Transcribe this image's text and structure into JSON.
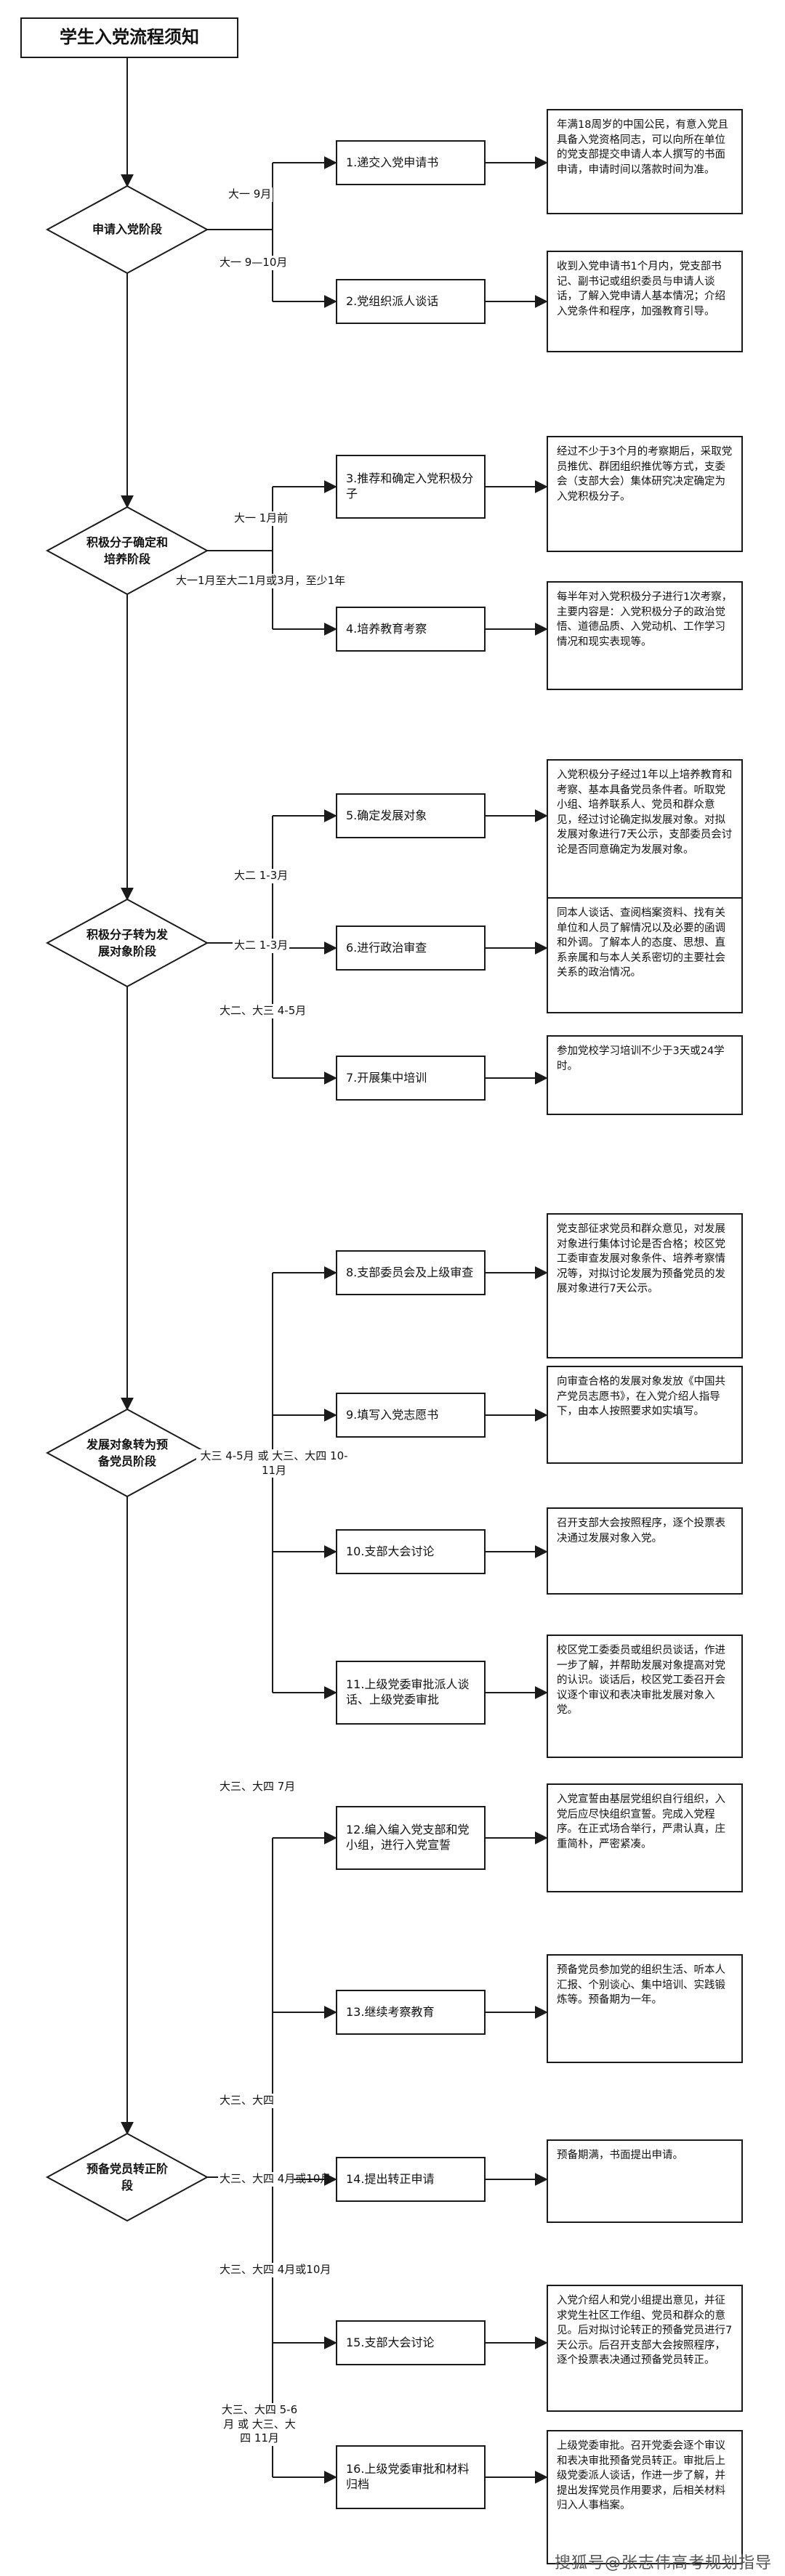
{
  "title": "学生入党流程须知",
  "stages": [
    {
      "label": "申请入党阶段"
    },
    {
      "label": "积极分子确定和培养阶段"
    },
    {
      "label": "积极分子转为发展对象阶段"
    },
    {
      "label": "发展对象转为预备党员阶段"
    },
    {
      "label": "预备党员转正阶段"
    }
  ],
  "steps": [
    {
      "label": "1.递交入党申请书",
      "time": "大一 9月",
      "desc": "年满18周岁的中国公民，有意入党且具备入党资格同志，可以向所在单位的党支部提交申请人本人撰写的书面申请，申请时间以落款时间为准。"
    },
    {
      "label": "2.党组织派人谈话",
      "time": "大一 9—10月",
      "desc": "收到入党申请书1个月内，党支部书记、副书记或组织委员与申请人谈话，了解入党申请人基本情况；介绍入党条件和程序，加强教育引导。"
    },
    {
      "label": "3.推荐和确定入党积极分子",
      "time": "大一 1月前",
      "desc": "经过不少于3个月的考察期后，采取党员推优、群团组织推优等方式，支委会（支部大会）集体研究决定确定为入党积极分子。"
    },
    {
      "label": "4.培养教育考察",
      "time": "大一1月至大二1月或3月，至少1年",
      "desc": "每半年对入党积极分子进行1次考察，主要内容是：入党积极分子的政治觉悟、道德品质、入党动机、工作学习情况和现实表现等。"
    },
    {
      "label": "5.确定发展对象",
      "time": "大二 1-3月",
      "desc": "入党积极分子经过1年以上培养教育和考察、基本具备党员条件者。听取党小组、培养联系人、党员和群众意见，经过讨论确定拟发展对象。对拟发展对象进行7天公示，支部委员会讨论是否同意确定为发展对象。"
    },
    {
      "label": "6.进行政治审查",
      "time": "大二 1-3月",
      "desc": "同本人谈话、查阅档案资料、找有关单位和人员了解情况以及必要的函调和外调。了解本人的态度、思想、直系亲属和与本人关系密切的主要社会关系的政治情况。"
    },
    {
      "label": "7.开展集中培训",
      "time": "大二、大三 4-5月",
      "desc": "参加党校学习培训不少于3天或24学时。"
    },
    {
      "label": "8.支部委员会及上级审查",
      "time": "",
      "desc": "党支部征求党员和群众意见，对发展对象进行集体讨论是否合格；校区党工委审查发展对象条件、培养考察情况等，对拟讨论发展为预备党员的发展对象进行7天公示。"
    },
    {
      "label": "9.填写入党志愿书",
      "time": "大三 4-5月 或 大三、大四 10-11月",
      "desc": "向审查合格的发展对象发放《中国共产党员志愿书》，在入党介绍人指导下，由本人按照要求如实填写。"
    },
    {
      "label": "10.支部大会讨论",
      "time": "",
      "desc": "召开支部大会按照程序，逐个投票表决通过发展对象入党。"
    },
    {
      "label": "11.上级党委审批派人谈话、上级党委审批",
      "time": "",
      "desc": "校区党工委委员或组织员谈话，作进一步了解，并帮助发展对象提高对党的认识。谈话后，校区党工委召开会议逐个审议和表决审批发展对象入党。"
    },
    {
      "label": "12.编入编入党支部和党小组，进行入党宣誓",
      "time": "大三、大四 7月",
      "desc": "入党宣誓由基层党组织自行组织，入党后应尽快组织宣誓。完成入党程序。在正式场合举行，严肃认真，庄重简朴，严密紧凑。"
    },
    {
      "label": "13.继续考察教育",
      "time": "大三、大四",
      "desc": "预备党员参加党的组织生活、听本人汇报、个别谈心、集中培训、实践锻炼等。预备期为一年。"
    },
    {
      "label": "14.提出转正申请",
      "time": "大三、大四 4月或10月",
      "desc": "预备期满，书面提出申请。"
    },
    {
      "label": "15.支部大会讨论",
      "time": "大三、大四 4月或10月",
      "desc": "入党介绍人和党小组提出意见，并征求党生社区工作组、党员和群众的意见。后对拟讨论转正的预备党员进行7天公示。后召开支部大会按照程序，逐个投票表决通过预备党员转正。"
    },
    {
      "label": "16.上级党委审批和材料归档",
      "time": "大三、大四 5-6月 或 大三、大四 11月",
      "desc": "上级党委审批。召开党委会逐个审议和表决审批预备党员转正。审批后上级党委派人谈话，作进一步了解，并提出发挥党员作用要求，后相关材料归入人事档案。"
    }
  ],
  "footer": "搜狐号@张志伟高考规划指导"
}
